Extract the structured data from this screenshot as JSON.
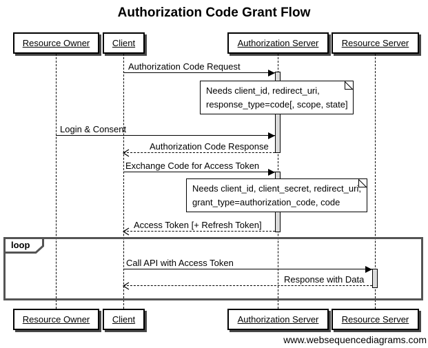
{
  "title": "Authorization Code Grant Flow",
  "footer": "www.websequencediagrams.com",
  "actors": [
    {
      "label": "Resource Owner"
    },
    {
      "label": "Client"
    },
    {
      "label": "Authorization Server"
    },
    {
      "label": "Resource Server"
    }
  ],
  "messages": [
    {
      "label": "Authorization Code Request",
      "from": "Client",
      "to": "Authorization Server",
      "style": "solid"
    },
    {
      "label": "Login & Consent",
      "from": "Resource Owner",
      "to": "Authorization Server",
      "style": "solid"
    },
    {
      "label": "Authorization Code Response",
      "from": "Authorization Server",
      "to": "Client",
      "style": "dashed"
    },
    {
      "label": "Exchange Code for Access Token",
      "from": "Client",
      "to": "Authorization Server",
      "style": "solid"
    },
    {
      "label": "Access Token [+ Refresh Token]",
      "from": "Authorization Server",
      "to": "Client",
      "style": "dashed"
    },
    {
      "label": "Call API with Access Token",
      "from": "Client",
      "to": "Resource Server",
      "style": "solid"
    },
    {
      "label": "Response with Data",
      "from": "Resource Server",
      "to": "Client",
      "style": "dashed"
    }
  ],
  "notes": [
    {
      "line1": "Needs client_id, redirect_uri,",
      "line2": "response_type=code[, scope, state]",
      "over": "Authorization Server"
    },
    {
      "line1": "Needs client_id, client_secret, redirect_uri,",
      "line2": "grant_type=authorization_code, code",
      "over": "Authorization Server"
    }
  ],
  "loop": {
    "label": "loop"
  },
  "colors": {
    "background": "#ffffff",
    "line": "#000000",
    "activation_fill": "#dcdcdc",
    "loop_border": "#545454",
    "box_shadow": "#474747"
  }
}
